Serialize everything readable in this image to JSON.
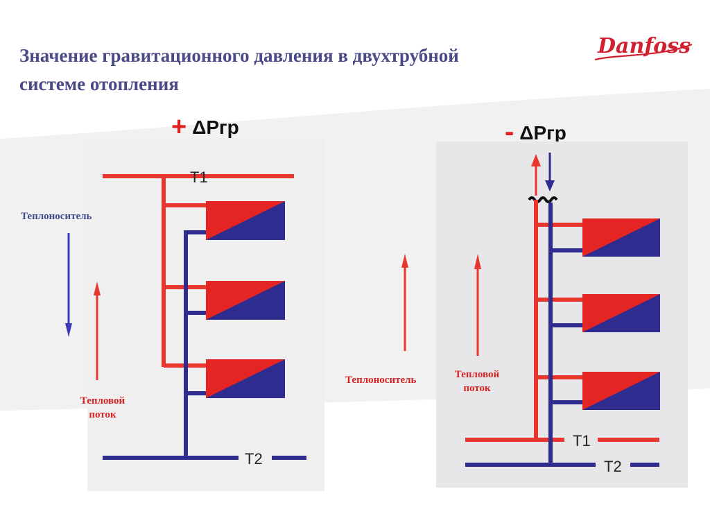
{
  "title_line1": "Значение гравитационного давления в двухтрубной",
  "title_line2": "системе отопления",
  "logo_text": "Danfoss",
  "left": {
    "heading_sign": "+",
    "heading_text": "ΔPгр",
    "supply_label": "T1",
    "return_label": "T2",
    "coolant_label": "Теплоноситель",
    "heat_flow_label_1": "Тепловой",
    "heat_flow_label_2": "поток"
  },
  "right": {
    "heading_sign": "-",
    "heading_text": "ΔPгр",
    "supply_label": "T1",
    "return_label": "T2",
    "coolant_label": "Теплоноситель",
    "heat_flow_label_1": "Тепловой",
    "heat_flow_label_2": "поток"
  },
  "colors": {
    "supply_red": "#e8362e",
    "return_blue": "#2e2d8f",
    "radiator_red": "#e52424",
    "title_blue": "#4a4a86"
  }
}
